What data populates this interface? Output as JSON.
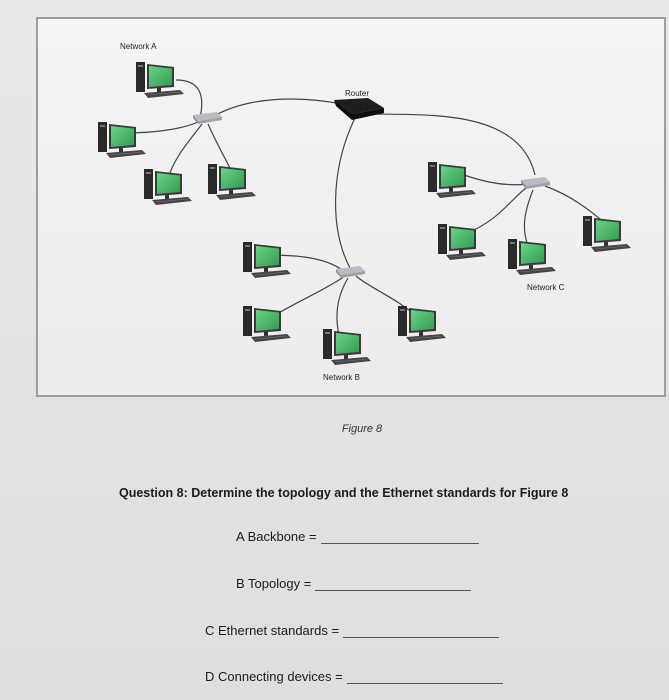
{
  "figure": {
    "caption": "Figure 8",
    "labels": {
      "network_a": "Network A",
      "router": "Router",
      "network_b": "Network B",
      "network_c": "Network C"
    }
  },
  "question": {
    "text": "Question 8: Determine the topology and the Ethernet standards for Figure 8",
    "answers": [
      {
        "label": "A Backbone ="
      },
      {
        "label": "B Topology ="
      },
      {
        "label": "C Ethernet standards ="
      },
      {
        "label": "D Connecting devices ="
      }
    ]
  },
  "colors": {
    "screen": "#3cae5c",
    "tower": "#2c2c2c",
    "cable": "#444444"
  }
}
